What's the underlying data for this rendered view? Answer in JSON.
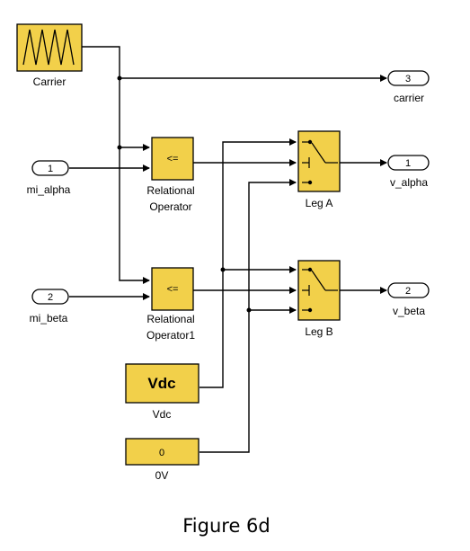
{
  "blocks": {
    "carrier": {
      "label": "Carrier"
    },
    "relop_a": {
      "symbol": "<=",
      "label_line1": "Relational",
      "label_line2": "Operator"
    },
    "relop_b": {
      "symbol": "<=",
      "label_line1": "Relational",
      "label_line2": "Operator1"
    },
    "leg_a": {
      "label": "Leg A"
    },
    "leg_b": {
      "label": "Leg B"
    },
    "vdc": {
      "value": "Vdc",
      "label": "Vdc"
    },
    "zero": {
      "value": "0",
      "label": "0V"
    }
  },
  "inports": [
    {
      "number": "1",
      "label": "mi_alpha"
    },
    {
      "number": "2",
      "label": "mi_beta"
    }
  ],
  "outports": [
    {
      "number": "3",
      "label": "carrier"
    },
    {
      "number": "1",
      "label": "v_alpha"
    },
    {
      "number": "2",
      "label": "v_beta"
    }
  ],
  "caption": "Figure 6d",
  "colors": {
    "block_fill": "#f2d04a",
    "line": "#000000",
    "background": "#ffffff"
  }
}
